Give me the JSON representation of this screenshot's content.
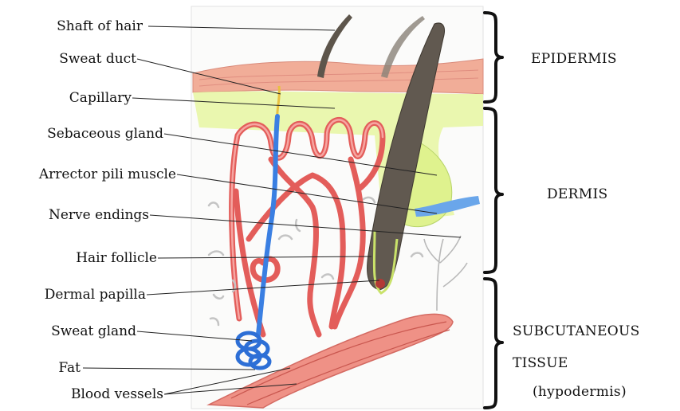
{
  "labels": {
    "shaft_of_hair": "Shaft of hair",
    "sweat_duct": "Sweat duct",
    "capillary": "Capillary",
    "sebaceous_gland": "Sebaceous gland",
    "arrector_pili_muscle": "Arrector pili muscle",
    "nerve_endings": "Nerve endings",
    "hair_follicle": "Hair follicle",
    "dermal_papilla": "Dermal papilla",
    "sweat_gland": "Sweat gland",
    "fat": "Fat",
    "blood_vessels": "Blood vessels"
  },
  "layers": {
    "epidermis": "EPIDERMIS",
    "dermis": "DERMIS",
    "subcutaneous_line1": "SUBCUTANEOUS",
    "subcutaneous_line2": "TISSUE",
    "subcutaneous_line3": "(hypodermis)"
  },
  "colors": {
    "epidermis": "#f0a890",
    "dermis_green": "#e4f59a",
    "vessel_red": "#e85a58",
    "vessel_fill": "#f08a86",
    "nerve_blue": "#3a7de0",
    "hair": "#5a5248",
    "fat_band": "#ef8f82",
    "background": "#ffffff"
  }
}
